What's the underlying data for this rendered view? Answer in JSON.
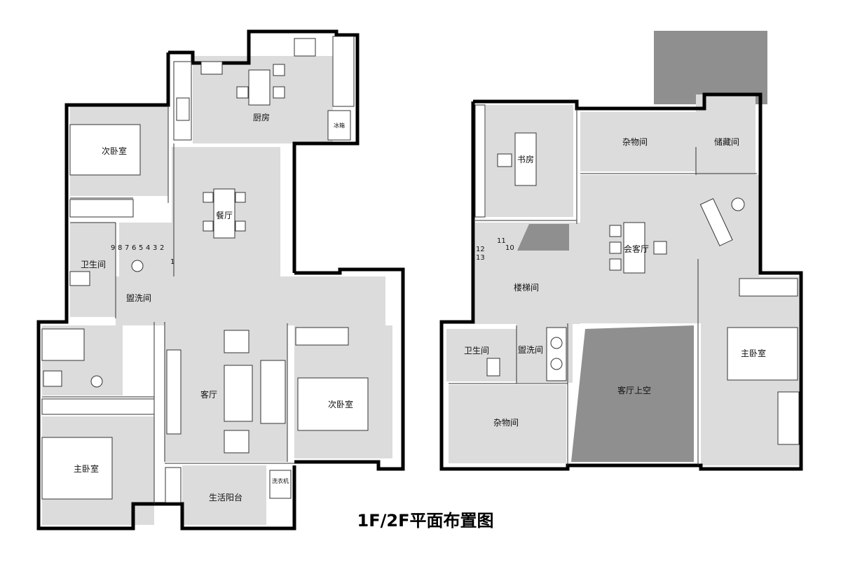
{
  "title": "1F/2F平面布置图",
  "floor1": {
    "rooms": {
      "kitchen": "厨房",
      "fridge": "冰箱",
      "second_bedroom_a": "次卧室",
      "dining": "餐厅",
      "bathroom": "卫生间",
      "washroom": "盥洗间",
      "living": "客厅",
      "second_bedroom_b": "次卧室",
      "master_bedroom": "主卧室",
      "balcony": "生活阳台",
      "washer": "洗衣机"
    },
    "stair_numbers": [
      "9",
      "8",
      "7",
      "6",
      "5",
      "4",
      "3",
      "2",
      "1"
    ]
  },
  "floor2": {
    "rooms": {
      "study": "书房",
      "storage_a": "杂物间",
      "storage_room": "储藏间",
      "reception": "会客厅",
      "stairwell": "楼梯间",
      "bathroom": "卫生间",
      "washroom": "盥洗间",
      "living_void": "客厅上空",
      "storage_b": "杂物间",
      "master_bedroom": "主卧室"
    },
    "stair_numbers": [
      "10",
      "11",
      "12",
      "13"
    ]
  },
  "colors": {
    "floor": "#dcdcdc",
    "void": "#8f8f8f",
    "wall": "#000000"
  }
}
